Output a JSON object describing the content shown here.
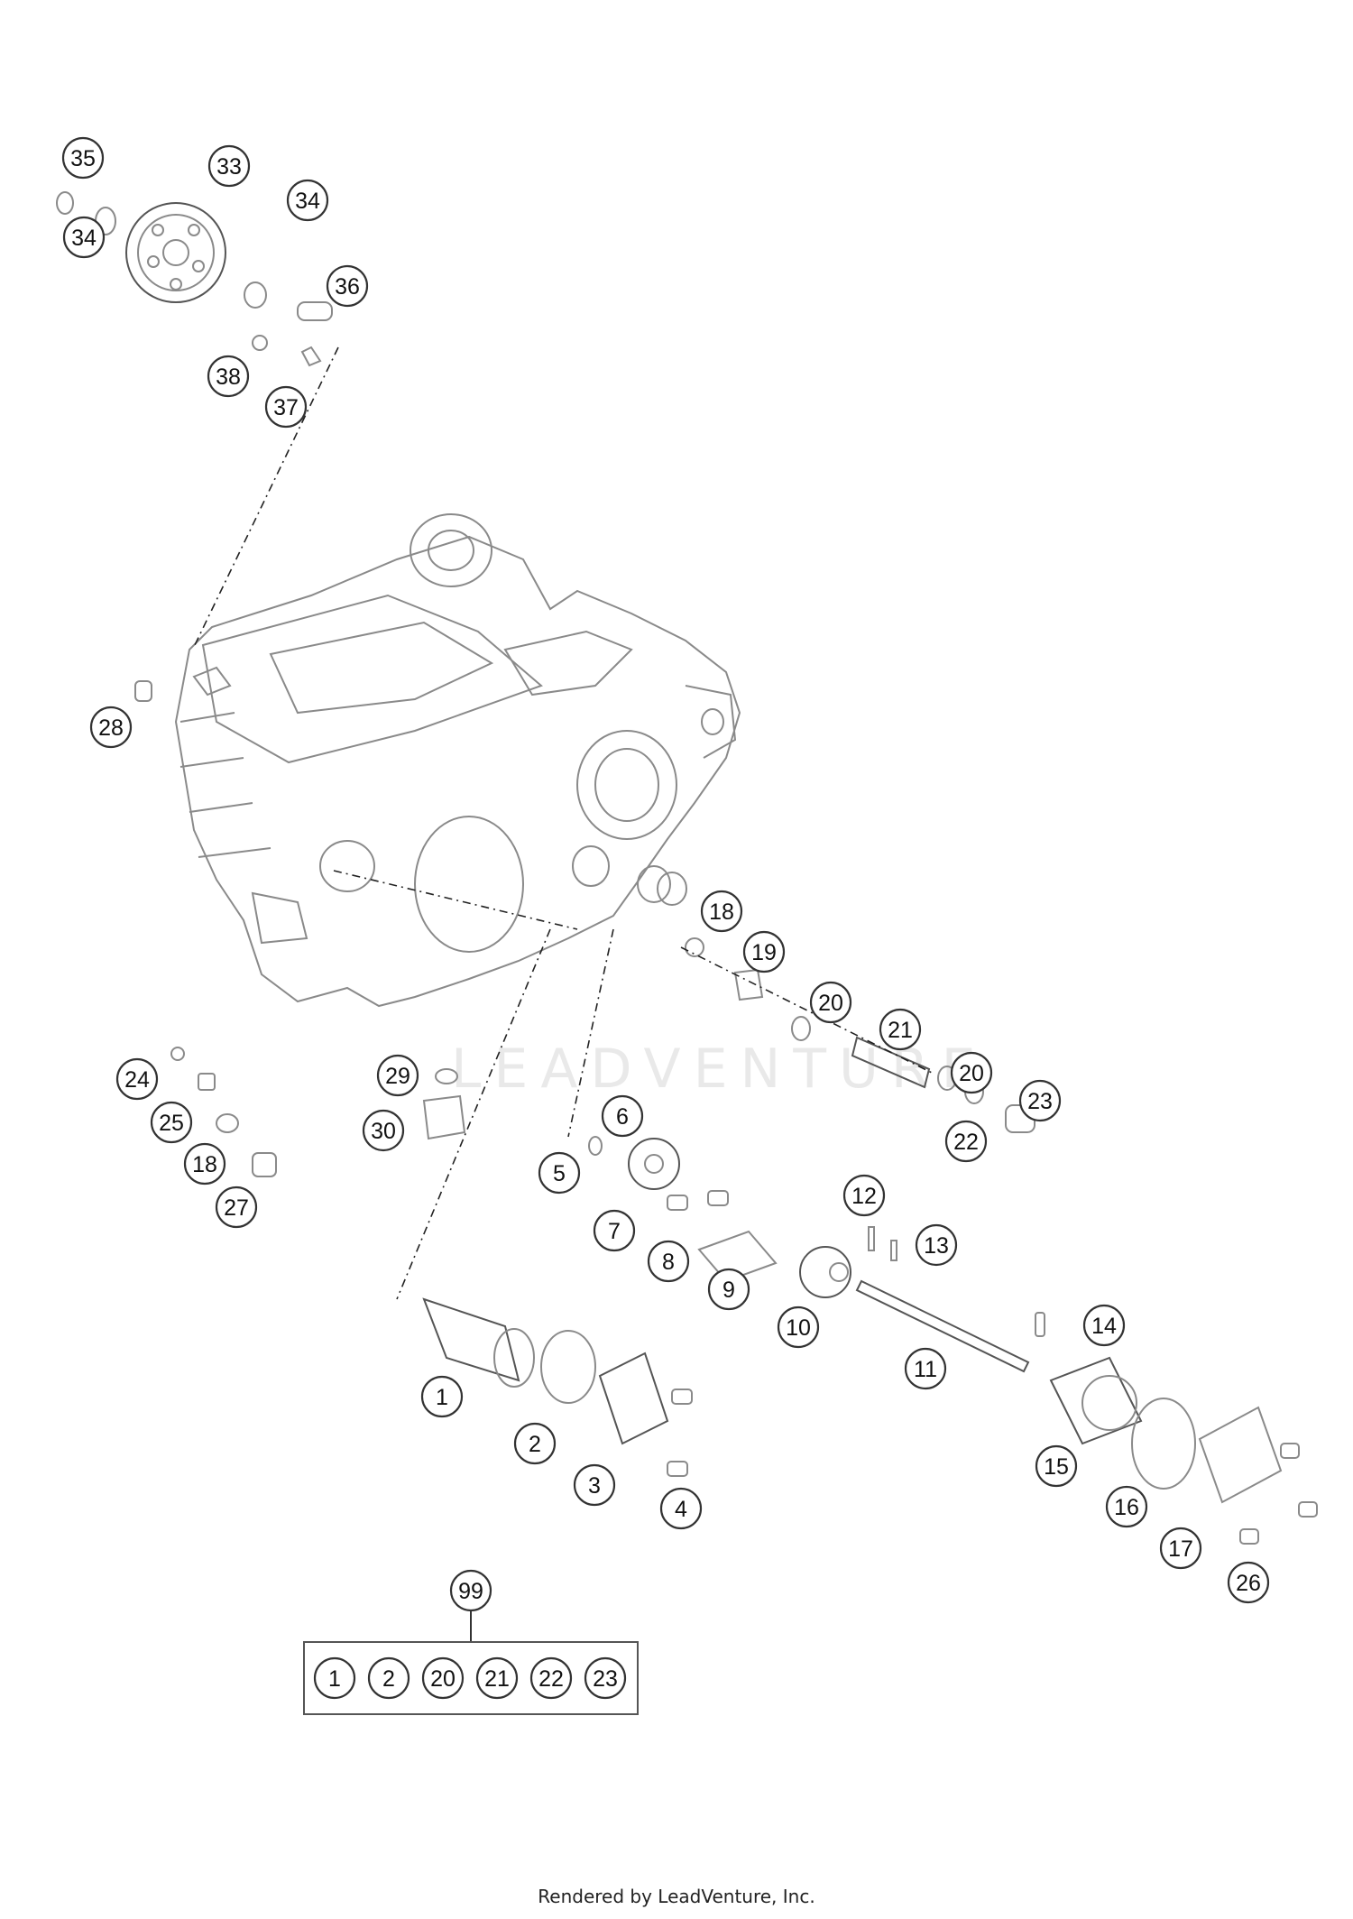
{
  "callouts": [
    {
      "label": "35"
    },
    {
      "label": "33"
    },
    {
      "label": "34"
    },
    {
      "label": "34"
    },
    {
      "label": "36"
    },
    {
      "label": "38"
    },
    {
      "label": "37"
    },
    {
      "label": "28"
    },
    {
      "label": "18"
    },
    {
      "label": "19"
    },
    {
      "label": "20"
    },
    {
      "label": "21"
    },
    {
      "label": "20"
    },
    {
      "label": "23"
    },
    {
      "label": "22"
    },
    {
      "label": "24"
    },
    {
      "label": "29"
    },
    {
      "label": "25"
    },
    {
      "label": "30"
    },
    {
      "label": "18"
    },
    {
      "label": "27"
    },
    {
      "label": "6"
    },
    {
      "label": "5"
    },
    {
      "label": "7"
    },
    {
      "label": "8"
    },
    {
      "label": "12"
    },
    {
      "label": "13"
    },
    {
      "label": "9"
    },
    {
      "label": "10"
    },
    {
      "label": "14"
    },
    {
      "label": "11"
    },
    {
      "label": "1"
    },
    {
      "label": "2"
    },
    {
      "label": "3"
    },
    {
      "label": "4"
    },
    {
      "label": "15"
    },
    {
      "label": "16"
    },
    {
      "label": "17"
    },
    {
      "label": "26"
    },
    {
      "label": "99"
    }
  ],
  "kit_99": {
    "label": "99",
    "items": [
      "1",
      "2",
      "20",
      "21",
      "22",
      "23"
    ]
  },
  "watermark": "LEADVENTURE",
  "footer": "Rendered by LeadVenture, Inc."
}
